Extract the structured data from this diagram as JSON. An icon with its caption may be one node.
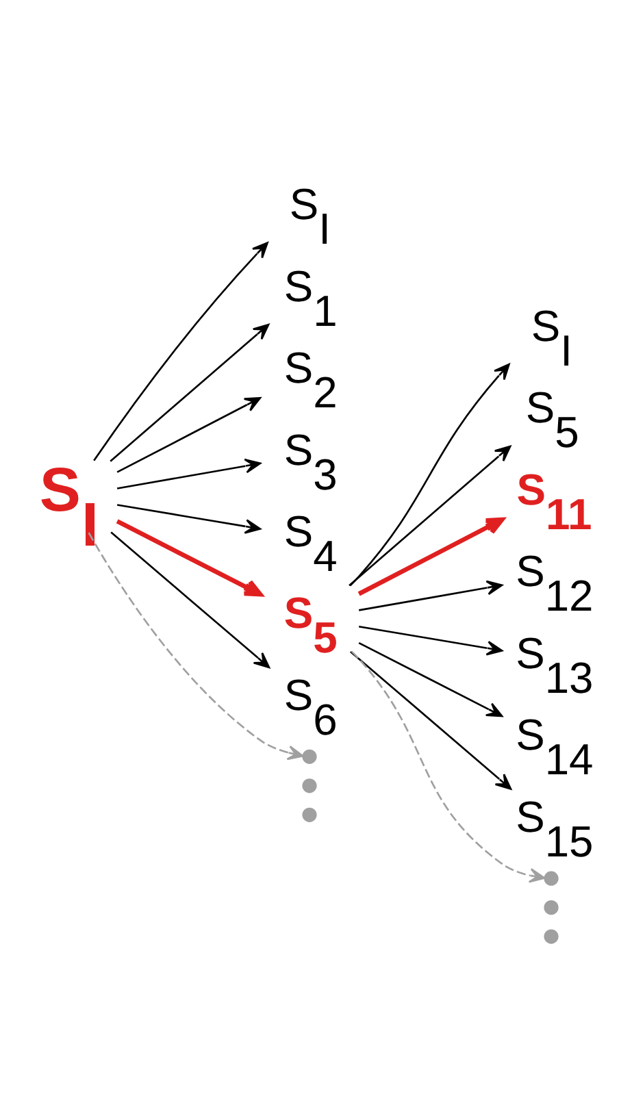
{
  "diagram": {
    "nodes": [
      {
        "text": [
          "S$_{I}$"
        ]
      },
      {
        "text": [
          "S$_{I}$"
        ]
      },
      {
        "text": [
          "S$_{1}$"
        ]
      },
      {
        "text": [
          "S$_{2}$"
        ]
      },
      {
        "text": [
          "S$_{3}$"
        ]
      },
      {
        "text": [
          "S$_{4}$"
        ]
      },
      {
        "text": [
          "S$_{5}$"
        ]
      },
      {
        "text": [
          "S$_{6}$"
        ]
      },
      {
        "text": [],
        "shape": "circle"
      },
      {
        "text": [],
        "shape": "circle"
      },
      {
        "text": [],
        "shape": "circle"
      },
      {
        "text": [
          "S$_{I}$"
        ]
      },
      {
        "text": [
          "S$_{5}$"
        ]
      },
      {
        "text": [
          "S$_{11}$"
        ]
      },
      {
        "text": [
          "S$_{12}$"
        ]
      },
      {
        "text": [
          "S$_{13}$"
        ]
      },
      {
        "text": [
          "S$_{14}$"
        ]
      },
      {
        "text": [
          "S$_{15}$"
        ]
      },
      {
        "text": [],
        "shape": "circle"
      },
      {
        "text": [],
        "shape": "circle"
      },
      {
        "text": [],
        "shape": "circle"
      }
    ],
    "edges": [
      {
        "from": 0,
        "to": 1,
        "arrow": "to"
      },
      {
        "from": 0,
        "to": 2,
        "arrow": "to"
      },
      {
        "from": 0,
        "to": 3,
        "arrow": "to"
      },
      {
        "from": 0,
        "to": 4,
        "arrow": "to"
      },
      {
        "from": 0,
        "to": 5,
        "arrow": "to"
      },
      {
        "from": 0,
        "to": 6,
        "arrow": "to",
        "style": "thick",
        "color": "#e02020"
      },
      {
        "from": 0,
        "to": 7,
        "arrow": "to"
      },
      {
        "from": 0,
        "to": 8,
        "arrow": "to",
        "style": "dashed",
        "color": "#a0a0a0"
      },
      {
        "from": 6,
        "to": 11,
        "arrow": "to"
      },
      {
        "from": 6,
        "to": 12,
        "arrow": "to"
      },
      {
        "from": 6,
        "to": 13,
        "arrow": "to",
        "style": "thick",
        "color": "#e02020"
      },
      {
        "from": 6,
        "to": 14,
        "arrow": "to"
      },
      {
        "from": 6,
        "to": 15,
        "arrow": "to"
      },
      {
        "from": 6,
        "to": 16,
        "arrow": "to"
      },
      {
        "from": 6,
        "to": 17,
        "arrow": "to"
      },
      {
        "from": 6,
        "to": 18,
        "arrow": "to",
        "style": "dashed",
        "color": "#a0a0a0"
      }
    ]
  }
}
